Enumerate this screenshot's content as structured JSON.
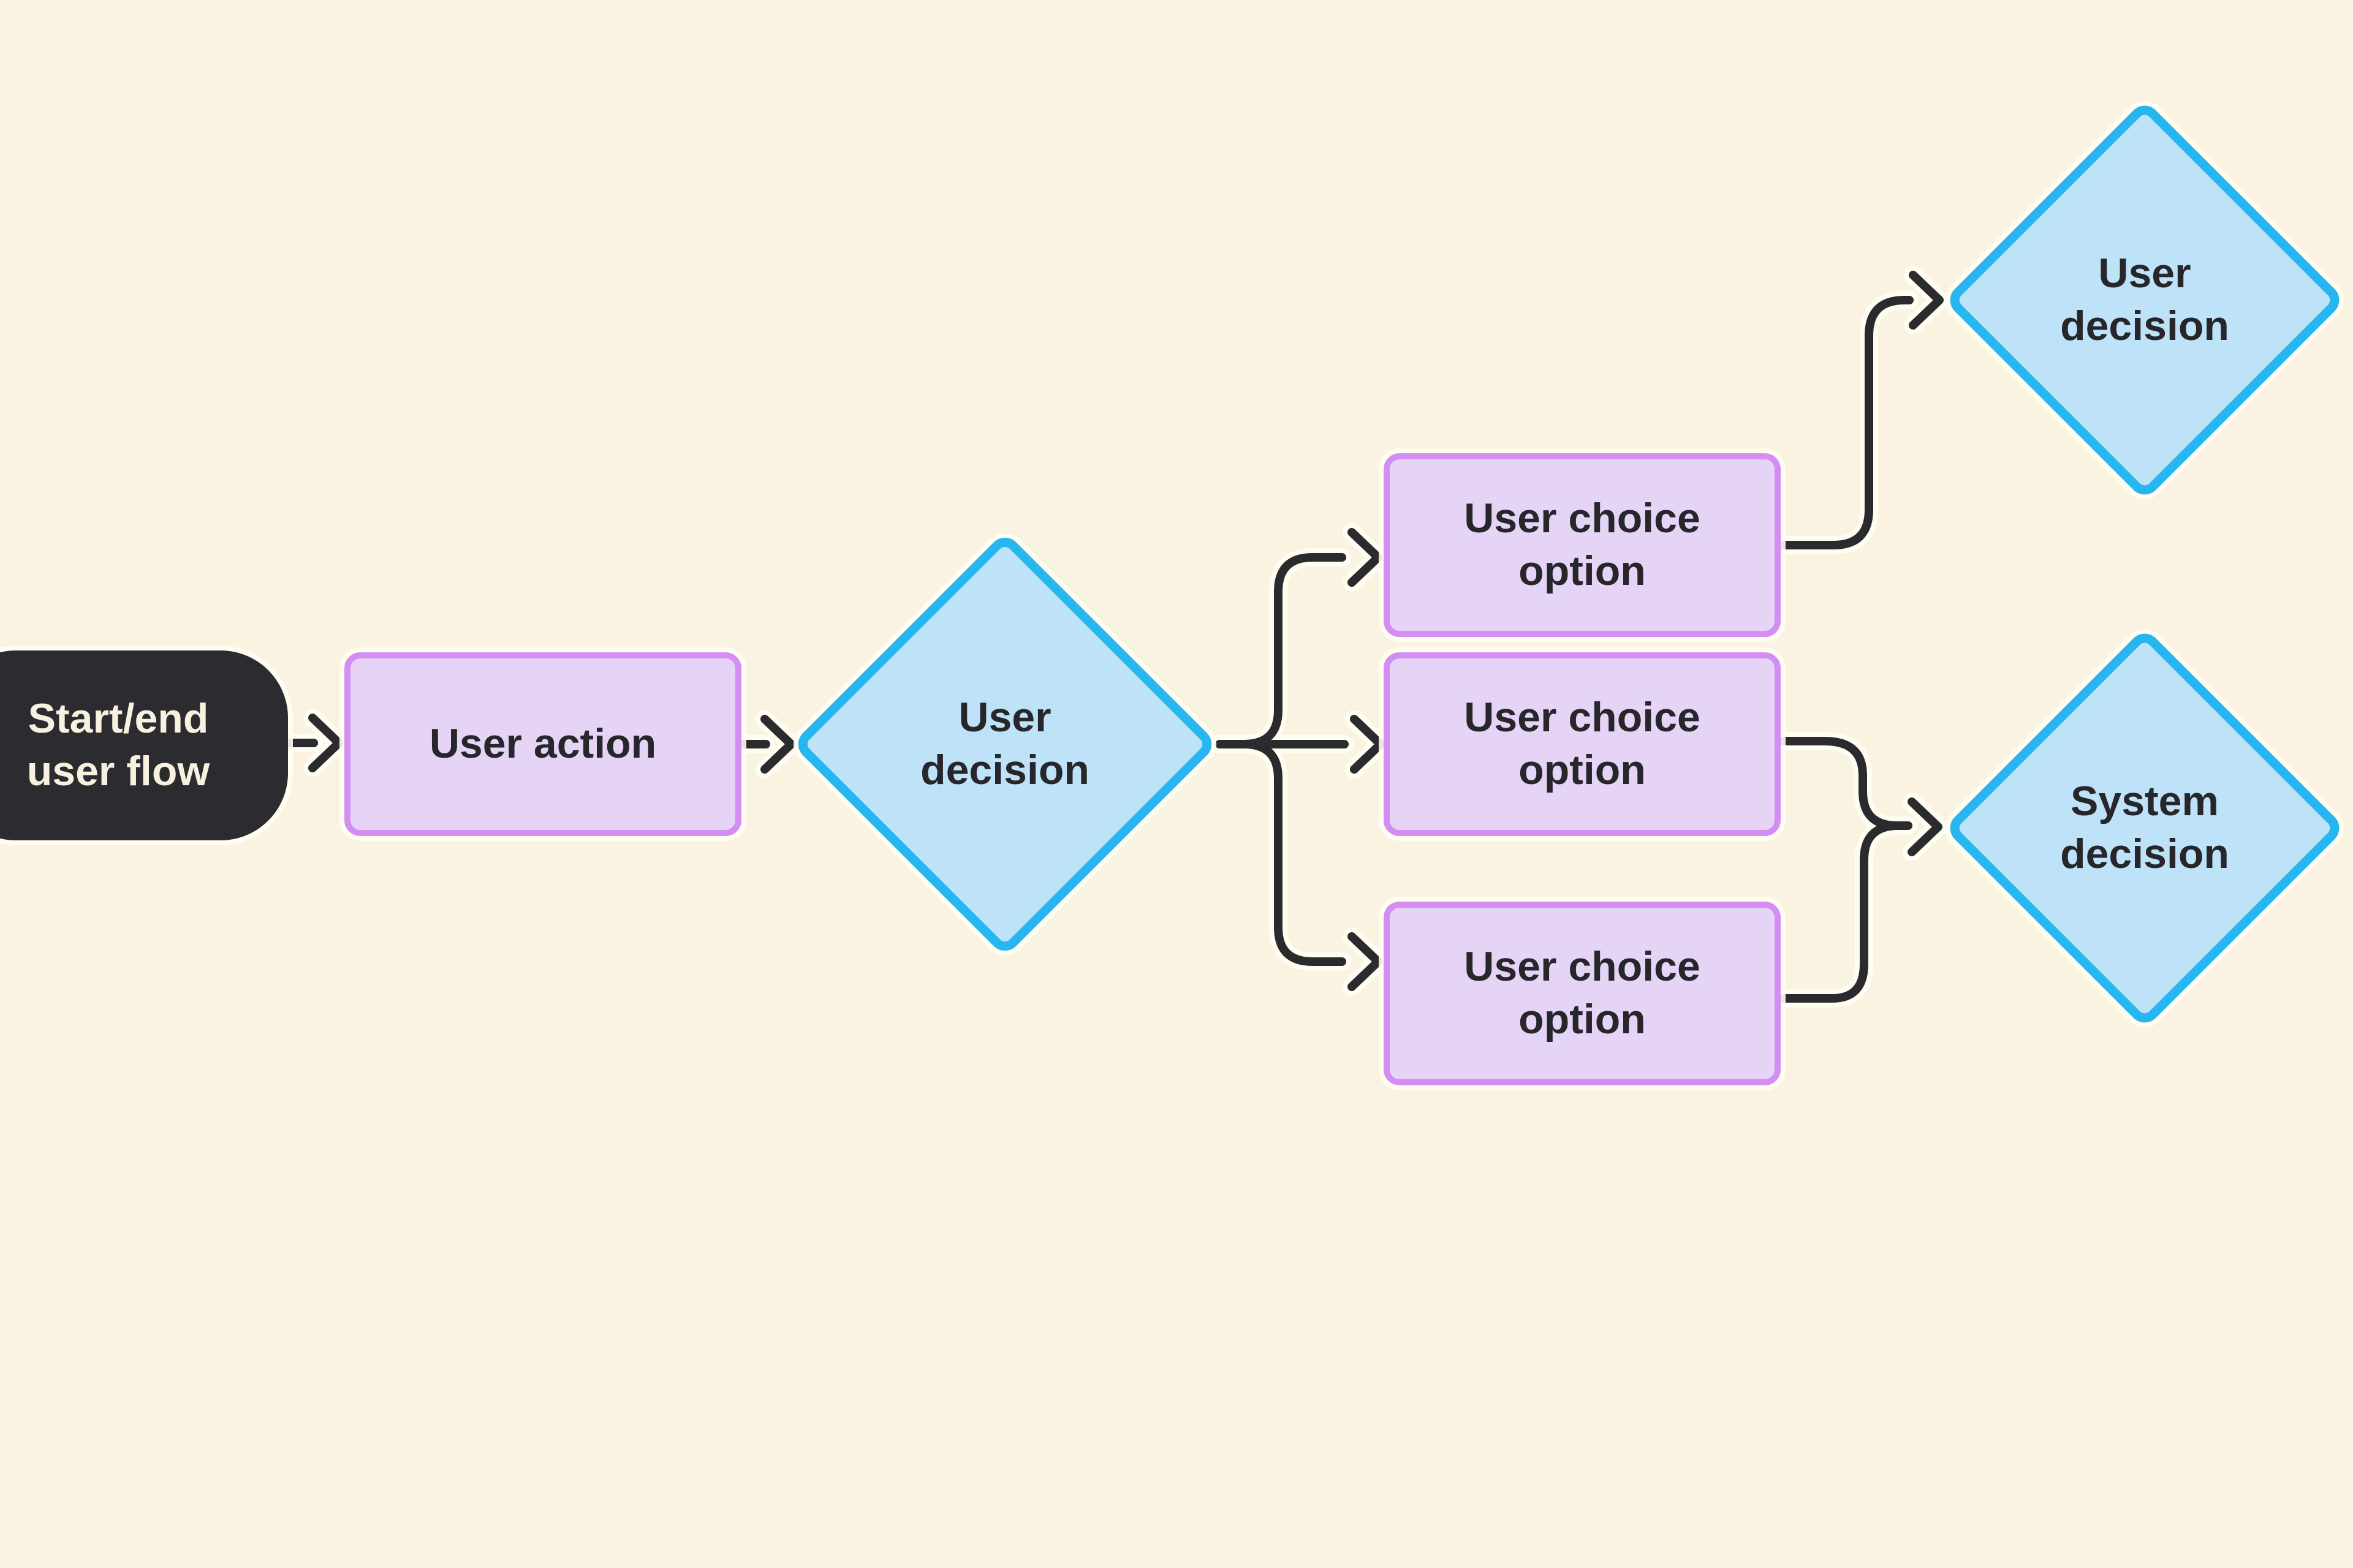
{
  "background": "#faf3e2",
  "colors": {
    "connector": "#2b2b2f",
    "terminator_fill": "#2b2b30",
    "terminator_text": "#f8f1df",
    "process_fill": "#e6d4f7",
    "process_border": "#d48df2",
    "decision_fill": "#bee3f8",
    "decision_border": "#27b6ef",
    "label_text": "#26262b"
  },
  "nodes": {
    "start": {
      "type": "terminator",
      "label": "Start/end user flow",
      "lines": [
        "Start/end",
        "user flow"
      ]
    },
    "action": {
      "type": "process",
      "label": "User action",
      "lines": [
        "User action"
      ]
    },
    "decision1": {
      "type": "decision",
      "label": "User decision",
      "lines": [
        "User",
        "decision"
      ]
    },
    "choice1": {
      "type": "process",
      "label": "User choice option",
      "lines": [
        "User choice",
        "option"
      ]
    },
    "choice2": {
      "type": "process",
      "label": "User choice option",
      "lines": [
        "User choice",
        "option"
      ]
    },
    "choice3": {
      "type": "process",
      "label": "User choice option",
      "lines": [
        "User choice",
        "option"
      ]
    },
    "decision2": {
      "type": "decision",
      "label": "User decision",
      "lines": [
        "User",
        "decision"
      ]
    },
    "system": {
      "type": "decision",
      "label": "System decision",
      "lines": [
        "System",
        "decision"
      ]
    }
  },
  "edges": [
    {
      "from": "start",
      "to": "action"
    },
    {
      "from": "action",
      "to": "decision1"
    },
    {
      "from": "decision1",
      "to": "choice1"
    },
    {
      "from": "decision1",
      "to": "choice2"
    },
    {
      "from": "decision1",
      "to": "choice3"
    },
    {
      "from": "choice1",
      "to": "decision2"
    },
    {
      "from": "choice2",
      "to": "system"
    },
    {
      "from": "choice3",
      "to": "system"
    }
  ]
}
